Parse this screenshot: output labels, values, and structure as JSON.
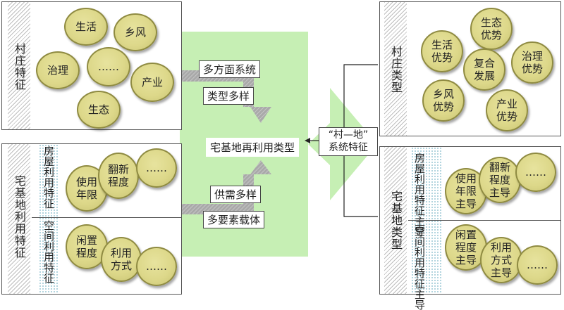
{
  "left_top": {
    "title": "村庄特征",
    "items": [
      "生活",
      "乡风",
      "治理",
      "……",
      "产业",
      "生态"
    ]
  },
  "left_bottom": {
    "title": "宅基地利用特征",
    "house": {
      "label": "房屋利用特征",
      "items": [
        "使用年限",
        "翻新程度",
        "……"
      ]
    },
    "space": {
      "label": "空间利用特征",
      "items": [
        "闲置程度",
        "利用方式",
        "……"
      ]
    }
  },
  "center": {
    "top_labels": [
      "多方面系统",
      "类型多样"
    ],
    "main": "宅基地再利用类型",
    "bottom_labels": [
      "供需多样",
      "多要素载体"
    ],
    "connector": "“村—地”系统特征"
  },
  "right_top": {
    "title": "村庄类型",
    "items": [
      "生活优势",
      "生态优势",
      "复合发展",
      "治理优势",
      "乡风优势",
      "产业优势"
    ]
  },
  "right_bottom": {
    "title": "宅基地类型",
    "house": {
      "label": "房屋利用特征主导",
      "items": [
        "使用年限主导",
        "翻新程度主导",
        "……"
      ]
    },
    "space": {
      "label": "空间利用特征主导",
      "items": [
        "闲置程度主导",
        "利用方式主导",
        "……"
      ]
    }
  },
  "colors": {
    "flow_green": "#c6efb4",
    "circle_fill": "#ddd88a",
    "arrow_gray": "#a9a9a9"
  }
}
